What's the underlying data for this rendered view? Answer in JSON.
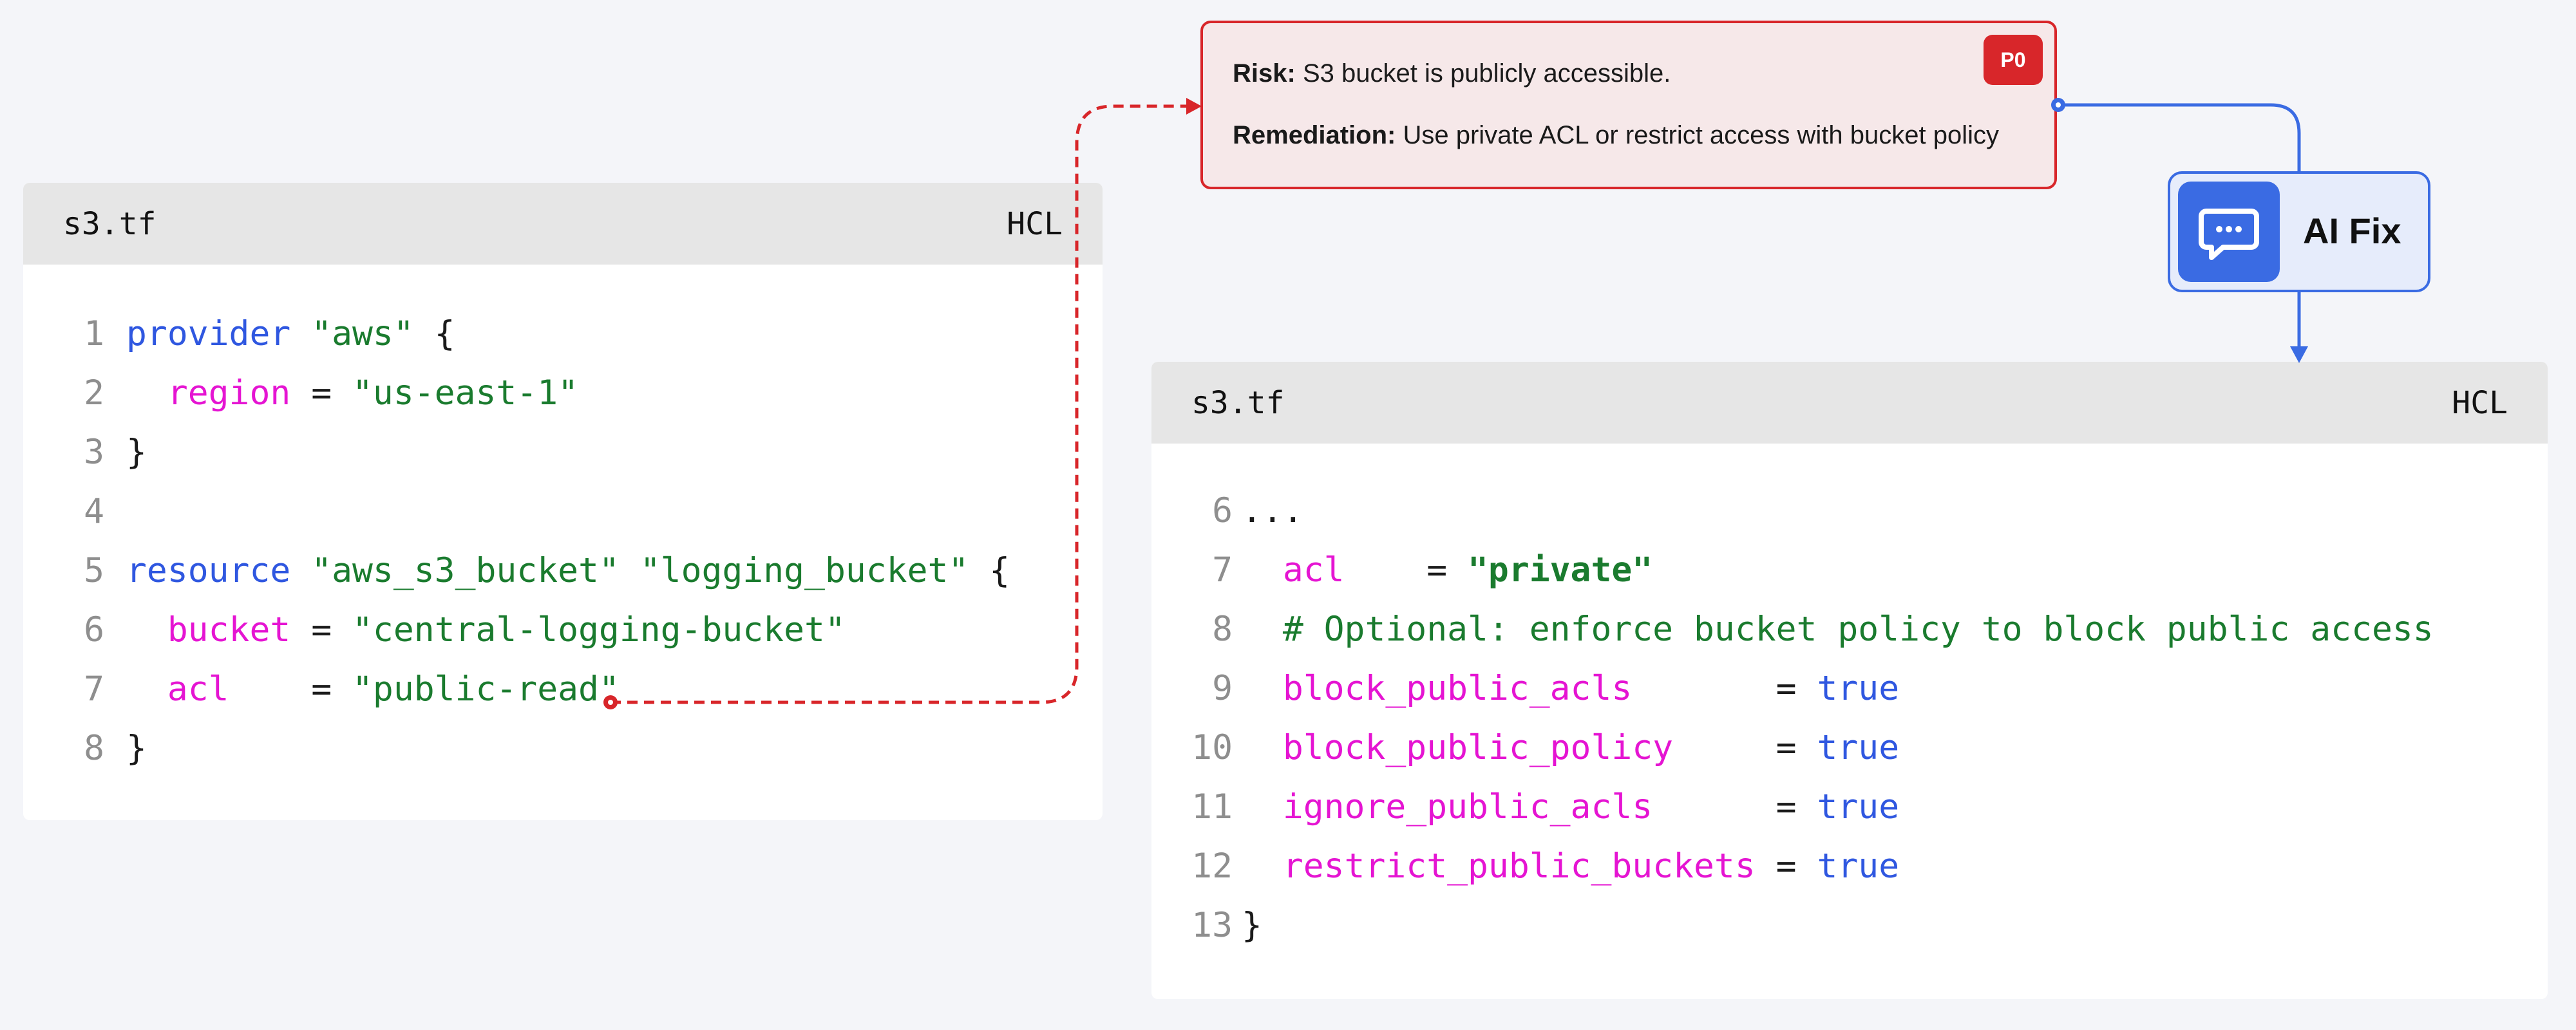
{
  "left_panel": {
    "filename": "s3.tf",
    "language": "HCL",
    "lines": [
      {
        "num": "1",
        "tokens": [
          {
            "t": "provider",
            "c": "kw"
          },
          {
            "t": " ",
            "c": "plain"
          },
          {
            "t": "\"aws\"",
            "c": "str"
          },
          {
            "t": " {",
            "c": "plain"
          }
        ]
      },
      {
        "num": "2",
        "tokens": [
          {
            "t": "  ",
            "c": "plain"
          },
          {
            "t": "region",
            "c": "attr"
          },
          {
            "t": " = ",
            "c": "op"
          },
          {
            "t": "\"us-east-1\"",
            "c": "str"
          }
        ]
      },
      {
        "num": "3",
        "tokens": [
          {
            "t": "}",
            "c": "plain"
          }
        ]
      },
      {
        "num": "4",
        "tokens": []
      },
      {
        "num": "5",
        "tokens": [
          {
            "t": "resource",
            "c": "kw"
          },
          {
            "t": " ",
            "c": "plain"
          },
          {
            "t": "\"aws_s3_bucket\"",
            "c": "str"
          },
          {
            "t": " ",
            "c": "plain"
          },
          {
            "t": "\"logging_bucket\"",
            "c": "str"
          },
          {
            "t": " {",
            "c": "plain"
          }
        ]
      },
      {
        "num": "6",
        "tokens": [
          {
            "t": "  ",
            "c": "plain"
          },
          {
            "t": "bucket",
            "c": "attr"
          },
          {
            "t": " = ",
            "c": "op"
          },
          {
            "t": "\"central-logging-bucket\"",
            "c": "str"
          }
        ]
      },
      {
        "num": "7",
        "tokens": [
          {
            "t": "  ",
            "c": "plain"
          },
          {
            "t": "acl",
            "c": "attr"
          },
          {
            "t": "    = ",
            "c": "op"
          },
          {
            "t": "\"public-read\"",
            "c": "str"
          }
        ]
      },
      {
        "num": "8",
        "tokens": [
          {
            "t": "}",
            "c": "plain"
          }
        ]
      }
    ]
  },
  "risk_card": {
    "risk_label": "Risk:",
    "risk_text": "S3 bucket is publicly accessible.",
    "remediation_label": "Remediation:",
    "remediation_text": "Use private ACL or restrict access with bucket policy",
    "priority_badge": "P0"
  },
  "ai_fix": {
    "label": "AI Fix",
    "icon": "chat-bubble-icon"
  },
  "right_panel": {
    "filename": "s3.tf",
    "language": "HCL",
    "lines": [
      {
        "num": "6",
        "tokens": [
          {
            "t": "...",
            "c": "plain"
          }
        ]
      },
      {
        "num": "7",
        "tokens": [
          {
            "t": "  ",
            "c": "plain"
          },
          {
            "t": "acl",
            "c": "attr"
          },
          {
            "t": "    = ",
            "c": "op"
          },
          {
            "t": "\"private\"",
            "c": "bstr"
          }
        ]
      },
      {
        "num": "8",
        "tokens": [
          {
            "t": "  ",
            "c": "plain"
          },
          {
            "t": "# Optional: enforce bucket policy to block public access",
            "c": "comment"
          }
        ]
      },
      {
        "num": "9",
        "tokens": [
          {
            "t": "  ",
            "c": "plain"
          },
          {
            "t": "block_public_acls",
            "c": "attr"
          },
          {
            "t": "       = ",
            "c": "op"
          },
          {
            "t": "true",
            "c": "bool"
          }
        ]
      },
      {
        "num": "10",
        "tokens": [
          {
            "t": "  ",
            "c": "plain"
          },
          {
            "t": "block_public_policy",
            "c": "attr"
          },
          {
            "t": "     = ",
            "c": "op"
          },
          {
            "t": "true",
            "c": "bool"
          }
        ]
      },
      {
        "num": "11",
        "tokens": [
          {
            "t": "  ",
            "c": "plain"
          },
          {
            "t": "ignore_public_acls",
            "c": "attr"
          },
          {
            "t": "      = ",
            "c": "op"
          },
          {
            "t": "true",
            "c": "bool"
          }
        ]
      },
      {
        "num": "12",
        "tokens": [
          {
            "t": "  ",
            "c": "plain"
          },
          {
            "t": "restrict_public_buckets",
            "c": "attr"
          },
          {
            "t": " = ",
            "c": "op"
          },
          {
            "t": "true",
            "c": "bool"
          }
        ]
      },
      {
        "num": "13",
        "tokens": [
          {
            "t": "}",
            "c": "plain"
          }
        ]
      }
    ]
  },
  "colors": {
    "risk_red": "#d8262a",
    "ai_blue": "#3a6be3",
    "keyword_blue": "#2f57e0",
    "string_green": "#1a7b2e",
    "attribute_magenta": "#e514d2"
  }
}
